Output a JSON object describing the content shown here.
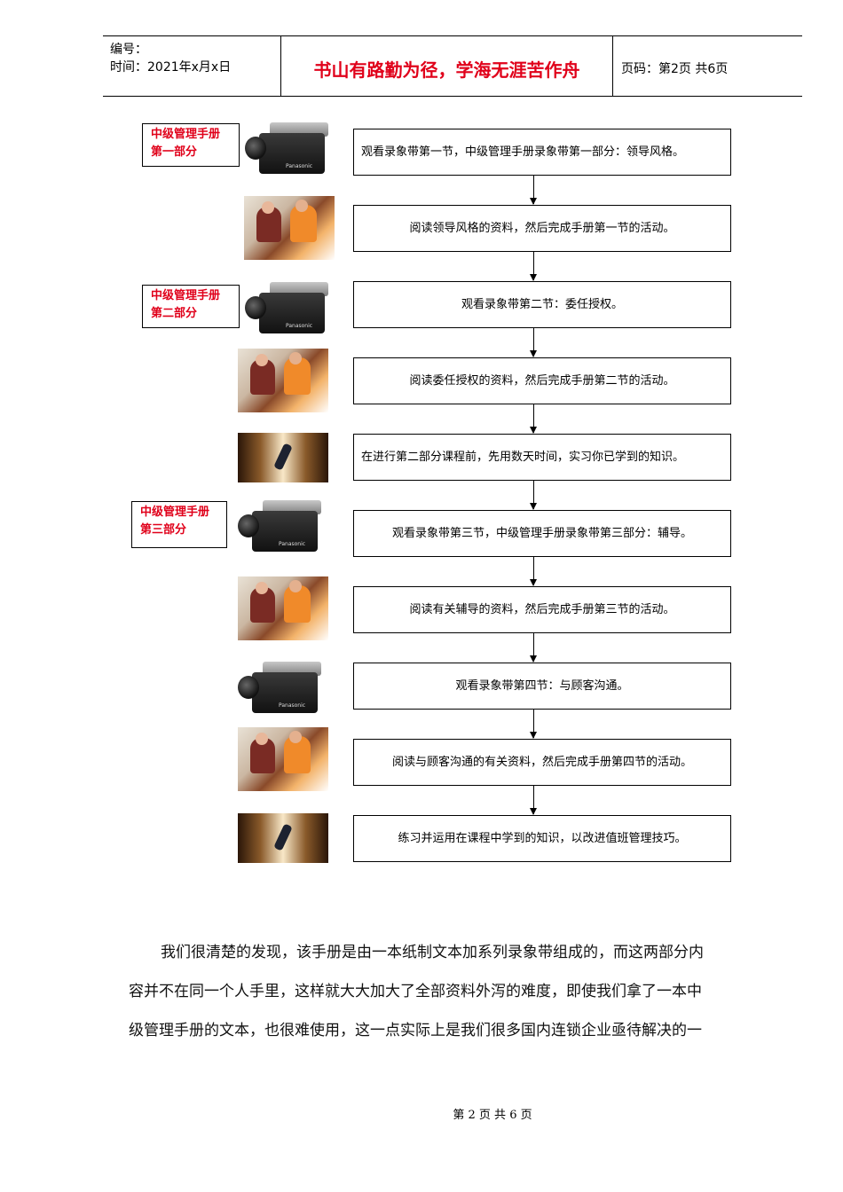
{
  "header": {
    "number_label": "编号：",
    "time_label": "时间：2021年x月x日",
    "motto": "书山有路勤为径，学海无涯苦作舟",
    "page_label": "页码：第2页  共6页"
  },
  "parts": [
    {
      "line1": "中级管理手册",
      "line2": "第一部分"
    },
    {
      "line1": "中级管理手册",
      "line2": "第二部分"
    },
    {
      "line1": "中级管理手册",
      "line2": "第三部分"
    }
  ],
  "camera_brand": "Panasonic",
  "steps": [
    "观看录象带第一节，中级管理手册录象带第一部分：领导风格。",
    "阅读领导风格的资料，然后完成手册第一节的活动。",
    "观看录象带第二节：委任授权。",
    "阅读委任授权的资料，然后完成手册第二节的活动。",
    "在进行第二部分课程前，先用数天时间，实习你已学到的知识。",
    "观看录象带第三节，中级管理手册录象带第三部分：辅导。",
    "阅读有关辅导的资料，然后完成手册第三节的活动。",
    "观看录象带第四节：与顾客沟通。",
    "阅读与顾客沟通的有关资料，然后完成手册第四节的活动。",
    "练习并运用在课程中学到的知识，以改进值班管理技巧。"
  ],
  "paragraph": [
    "我们很清楚的发现，该手册是由一本纸制文本加系列录象带组成的，而这两部分内",
    "容并不在同一个人手里，这样就大大加大了全部资料外泻的难度，即使我们拿了一本中",
    "级管理手册的文本，也很难使用，这一点实际上是我们很多国内连锁企业亟待解决的一"
  ],
  "footer": "第 2 页 共 6 页"
}
